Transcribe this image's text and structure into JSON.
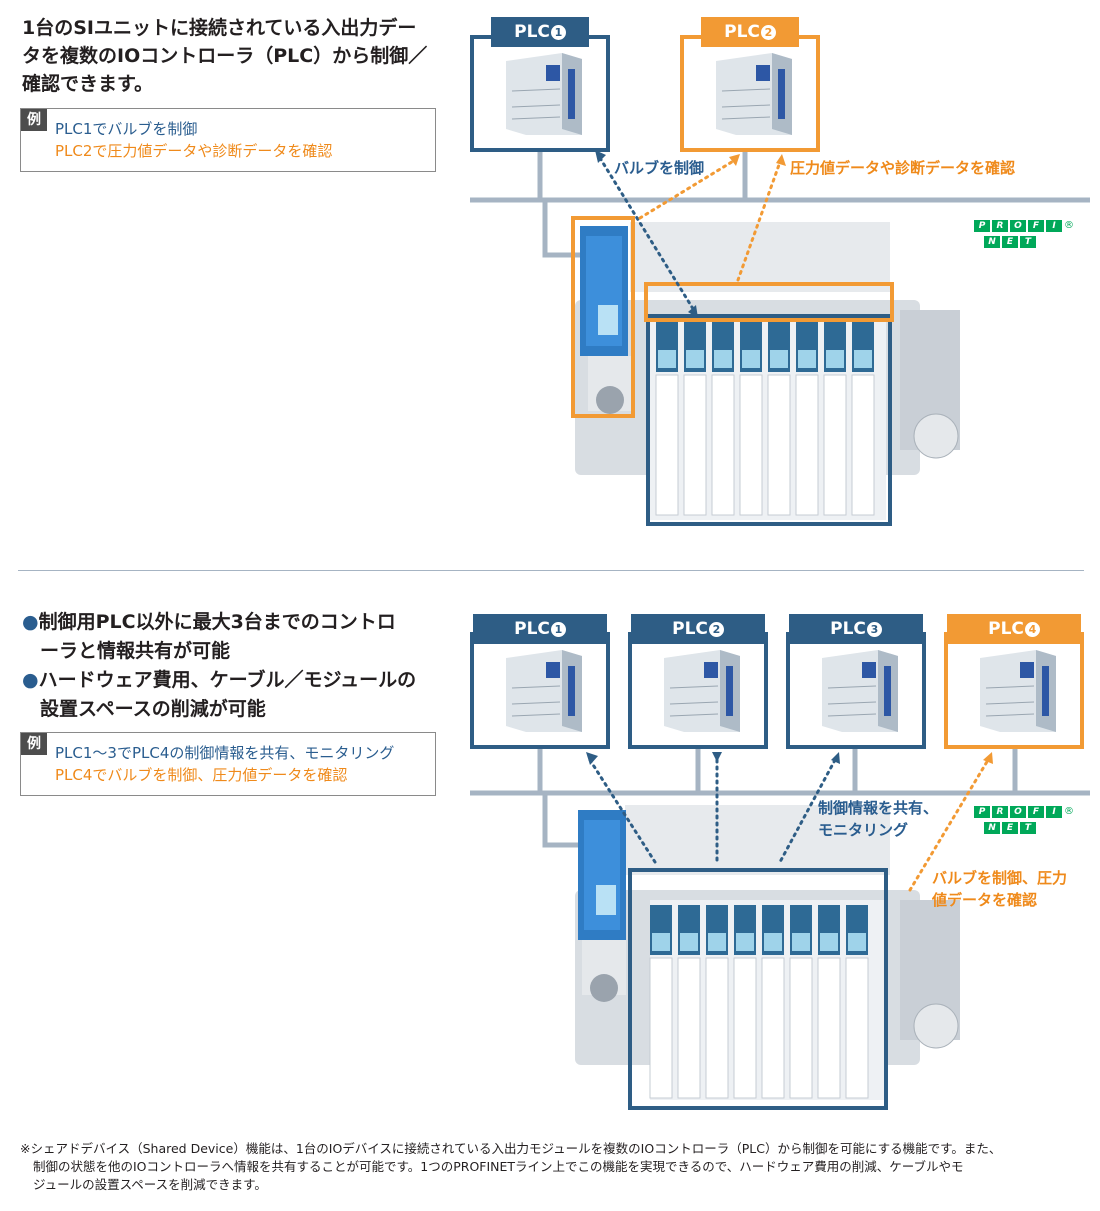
{
  "section1": {
    "heading_lines": [
      "1台のSIユニットに接続されている入出力デー",
      "タを複数のIOコントローラ（PLC）から制御／",
      "確認できます。"
    ],
    "example": {
      "tag": "例",
      "line1": "PLC1でバルブを制御",
      "line2": "PLC2で圧力値データや診断データを確認"
    },
    "plcs": [
      {
        "name": "PLC",
        "num": "1",
        "color": "blue"
      },
      {
        "name": "PLC",
        "num": "2",
        "color": "orange"
      }
    ],
    "label_blue": "バルブを制御",
    "label_orange": "圧力値データや診断データを確認"
  },
  "section2": {
    "bullets": [
      {
        "dot": "●",
        "lines": [
          "制御用PLC以外に最大3台までのコントロ",
          "ーラと情報共有が可能"
        ]
      },
      {
        "dot": "●",
        "lines": [
          "ハードウェア費用、ケーブル／モジュールの",
          "設置スペースの削減が可能"
        ]
      }
    ],
    "example": {
      "tag": "例",
      "line1": "PLC1～3でPLC4の制御情報を共有、モニタリング",
      "line2": "PLC4でバルブを制御、圧力値データを確認"
    },
    "plcs": [
      {
        "name": "PLC",
        "num": "1",
        "color": "blue"
      },
      {
        "name": "PLC",
        "num": "2",
        "color": "blue"
      },
      {
        "name": "PLC",
        "num": "3",
        "color": "blue"
      },
      {
        "name": "PLC",
        "num": "4",
        "color": "orange"
      }
    ],
    "label_blue_lines": [
      "制御情報を共有、",
      "モニタリング"
    ],
    "label_orange_lines": [
      "バルブを制御、圧力",
      "値データを確認"
    ]
  },
  "profinet": {
    "top": [
      "P",
      "R",
      "O",
      "F",
      "I"
    ],
    "bottom": [
      "N",
      "E",
      "T"
    ],
    "mark": "®"
  },
  "note_lines": [
    "※シェアドデバイス（Shared Device）機能は、1台のIOデバイスに接続されている入出力モジュールを複数のIOコントローラ（PLC）から制御を可能にする機能です。また、",
    "制御の状態を他のIOコントローラへ情報を共有することが可能です。1つのPROFINETライン上でこの機能を実現できるので、ハードウェア費用の削減、ケーブルやモ",
    "ジュールの設置スペースを削減できます。"
  ],
  "colors": {
    "blue": "#2e5d85",
    "orange": "#f29a34",
    "profinet_green": "#00a859"
  }
}
